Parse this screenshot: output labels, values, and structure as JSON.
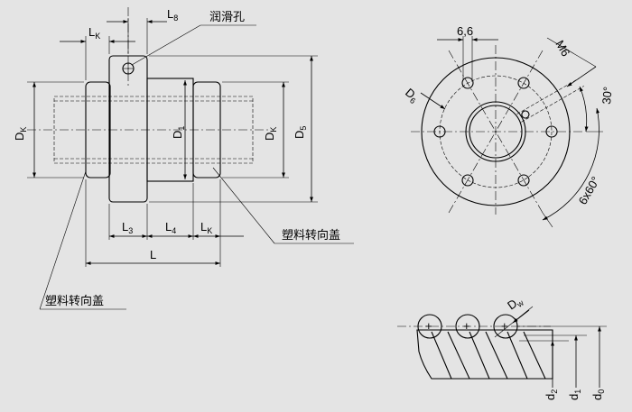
{
  "labels": {
    "L8": {
      "main": "L",
      "sub": "8"
    },
    "LK_top": {
      "main": "L",
      "sub": "K"
    },
    "L3": {
      "main": "L",
      "sub": "3"
    },
    "L4": {
      "main": "L",
      "sub": "4"
    },
    "LK_bottom": {
      "main": "L",
      "sub": "K"
    },
    "L": {
      "main": "L"
    },
    "DK_left": {
      "main": "D",
      "sub": "K"
    },
    "D1": {
      "main": "D",
      "sub": "1"
    },
    "DK_right": {
      "main": "D",
      "sub": "K"
    },
    "D5": {
      "main": "D",
      "sub": "5"
    },
    "D6": {
      "main": "D",
      "sub": "6"
    },
    "dim_6_6": "6,6",
    "M6": "M6",
    "angle_30": "30°",
    "angle_6x60": "6x60°",
    "Dw": {
      "main": "D",
      "sub": "w"
    },
    "d2": {
      "main": "d",
      "sub": "2"
    },
    "d1": {
      "main": "d",
      "sub": "1"
    },
    "d0": {
      "main": "d",
      "sub": "0"
    }
  },
  "callouts": {
    "lube_hole": "润滑孔",
    "plastic_cap_right": "塑料转向盖",
    "plastic_cap_left": "塑料转向盖"
  }
}
